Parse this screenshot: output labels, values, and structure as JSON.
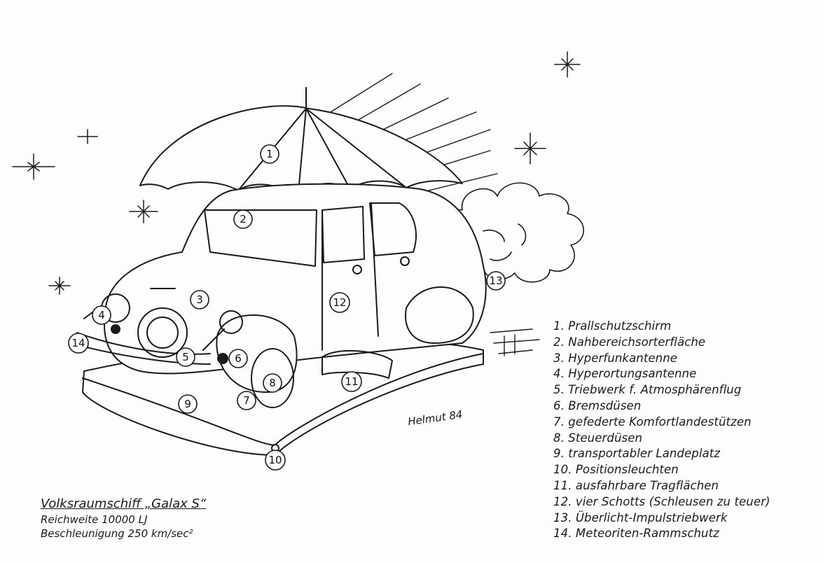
{
  "caption": {
    "title": "Volksraumschiff „Galax S“",
    "range": "Reichweite 10000 LJ",
    "acceleration": "Beschleunigung 250 km/sec²"
  },
  "signature": "Helmut 84",
  "markers": [
    "1",
    "2",
    "3",
    "4",
    "5",
    "6",
    "7",
    "8",
    "9",
    "10",
    "11",
    "12",
    "13",
    "14"
  ],
  "legend": [
    "1. Prallschutzschirm",
    "2. Nahbereichsorterfläche",
    "3. Hyperfunkantenne",
    "4. Hyperortungsantenne",
    "5. Triebwerk f. Atmosphärenflug",
    "6. Bremsdüsen",
    "7. gefederte Komfortlandestützen",
    "8. Steuerdüsen",
    "9. transportabler Landeplatz",
    "10. Positionsleuchten",
    "11. ausfahrbare Tragflächen",
    "12. vier Schotts (Schleusen zu teuer)",
    "13. Überlicht-Impulstriebwerk",
    "14. Meteoriten-Rammschutz"
  ]
}
